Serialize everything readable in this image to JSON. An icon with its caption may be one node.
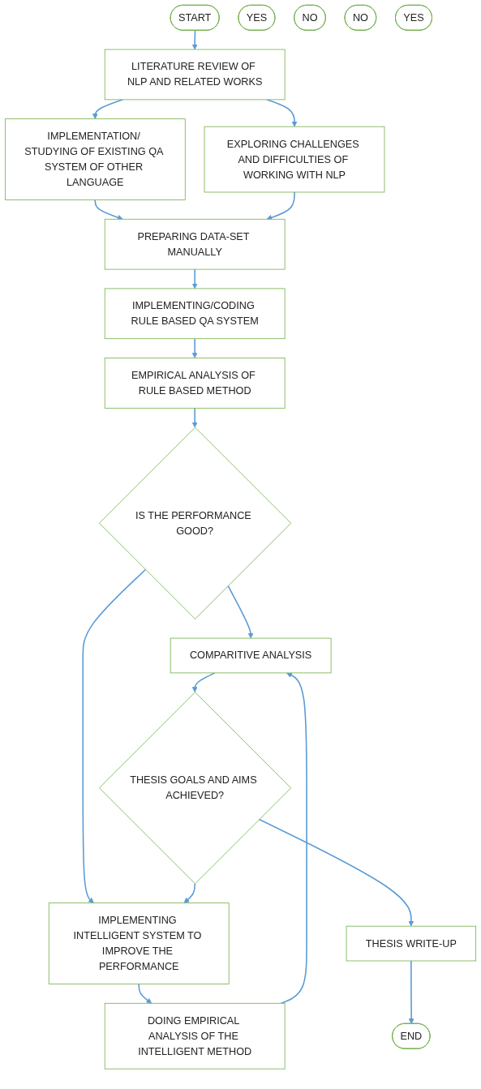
{
  "diagram": {
    "nodes": [
      {
        "text": [
          "START"
        ]
      },
      {
        "text": [
          "LITERATURE REVIEW OF NLP AND RELATED WORKS"
        ]
      },
      {
        "text": [
          "IMPLEMENTATION/ STUDYING OF EXISTING QA SYSTEM OF OTHER LANGUAGE"
        ]
      },
      {
        "text": [
          "EXPLORING CHALLENGES AND DIFFICULTIES OF WORKING WITH NLP"
        ]
      },
      {
        "text": [
          "PREPARING DATA-SET MANUALLY"
        ]
      },
      {
        "text": [
          "IMPLEMENTING/CODING RULE BASED QA SYSTEM"
        ]
      },
      {
        "text": [
          "EMPIRICAL ANALYSIS OF RULE BASED METHOD"
        ]
      },
      {
        "text": [
          "IS THE PERFORMANCE GOOD?"
        ]
      },
      {
        "text": [
          "YES"
        ]
      },
      {
        "text": [
          "NO"
        ]
      },
      {
        "text": [
          "IMPLEMENTING INTELLIGENT SYSTEM TO IMPROVE THE PERFORMANCE"
        ]
      },
      {
        "text": [
          "DOING EMPIRICAL ANALYSIS OF THE INTELLIGENT METHOD"
        ]
      },
      {
        "text": [
          "COMPARITIVE ANALYSIS"
        ]
      },
      {
        "text": [
          "THESIS GOALS AND AIMS ACHIEVED?"
        ]
      },
      {
        "text": [
          "NO"
        ]
      },
      {
        "text": [
          "YES"
        ]
      },
      {
        "text": [
          "THESIS WRITE-UP"
        ]
      },
      {
        "text": [
          "END"
        ]
      }
    ],
    "edges": [
      {
        "from": 0,
        "to": 1,
        "arrow": "to"
      },
      {
        "from": 1,
        "to": 2,
        "arrow": "to"
      },
      {
        "from": 1,
        "to": 3,
        "arrow": "to"
      },
      {
        "from": 2,
        "to": 4,
        "arrow": "to"
      },
      {
        "from": 3,
        "to": 4,
        "arrow": "to"
      },
      {
        "from": 4,
        "to": 5,
        "arrow": "to"
      },
      {
        "from": 5,
        "to": 6,
        "arrow": "to"
      },
      {
        "from": 6,
        "to": 7,
        "arrow": "to"
      },
      {
        "from": 7,
        "to": 12,
        "arrow": "to"
      },
      {
        "from": 7,
        "to": 10,
        "arrow": "to"
      },
      {
        "from": 10,
        "to": 11,
        "arrow": "to"
      },
      {
        "from": 11,
        "to": 12,
        "arrow": "to"
      },
      {
        "from": 12,
        "to": 13,
        "arrow": "to"
      },
      {
        "from": 13,
        "to": 10,
        "arrow": "to"
      },
      {
        "from": 13,
        "to": 16,
        "arrow": "to"
      },
      {
        "from": 16,
        "to": 17,
        "arrow": "to"
      }
    ]
  }
}
